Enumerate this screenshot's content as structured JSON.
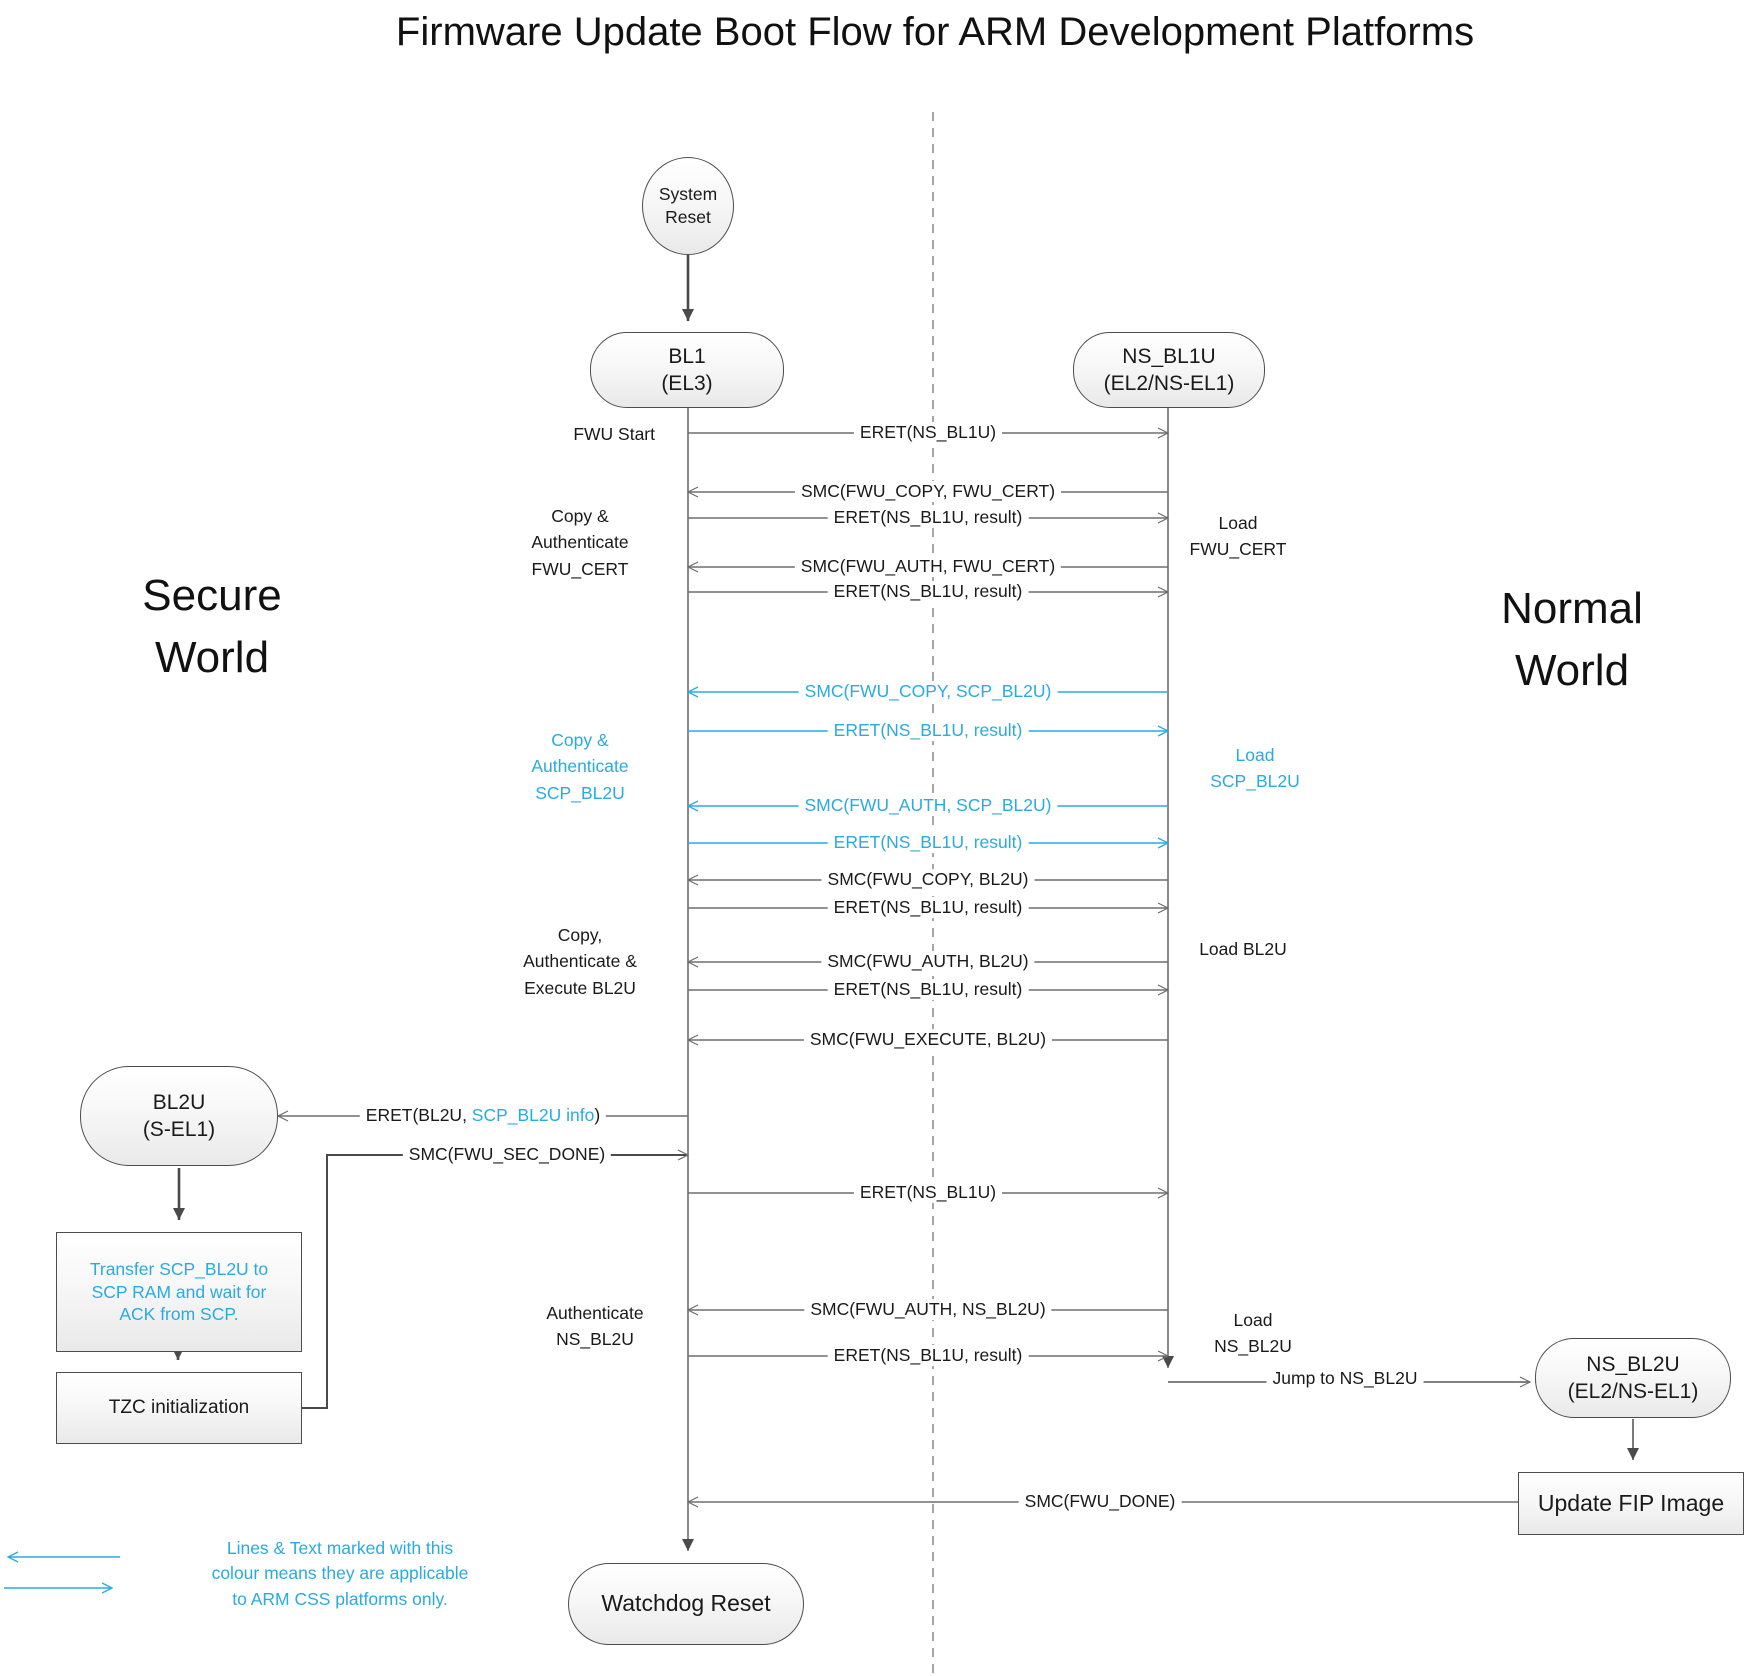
{
  "title": "Firmware Update Boot Flow for ARM Development Platforms",
  "worlds": {
    "secure": "Secure\nWorld",
    "normal": "Normal\nWorld"
  },
  "colors": {
    "accent_cyan": "#29ABE2",
    "line_grey": "#6e6e6e",
    "box_border": "#4d4d4d"
  },
  "nodes": {
    "system_reset": {
      "line1": "System",
      "line2": "Reset"
    },
    "bl1": {
      "line1": "BL1",
      "line2": "(EL3)"
    },
    "ns_bl1u": {
      "line1": "NS_BL1U",
      "line2": "(EL2/NS-EL1)"
    },
    "bl2u": {
      "line1": "BL2U",
      "line2": "(S-EL1)"
    },
    "transfer_scp": "Transfer SCP_BL2U to\nSCP RAM and wait for\nACK from SCP.",
    "tzc": "TZC initialization",
    "ns_bl2u": {
      "line1": "NS_BL2U",
      "line2": "(EL2/NS-EL1)"
    },
    "update_fip": "Update FIP Image",
    "watchdog": "Watchdog Reset"
  },
  "messages": [
    {
      "label": "ERET(NS_BL1U)"
    },
    {
      "label": "SMC(FWU_COPY, FWU_CERT)"
    },
    {
      "label": "ERET(NS_BL1U, result)"
    },
    {
      "label": "SMC(FWU_AUTH, FWU_CERT)"
    },
    {
      "label": "ERET(NS_BL1U, result)"
    },
    {
      "label": "SMC(FWU_COPY, SCP_BL2U)"
    },
    {
      "label": "ERET(NS_BL1U, result)"
    },
    {
      "label": "SMC(FWU_AUTH, SCP_BL2U)"
    },
    {
      "label": "ERET(NS_BL1U, result)"
    },
    {
      "label": "SMC(FWU_COPY, BL2U)"
    },
    {
      "label": "ERET(NS_BL1U, result)"
    },
    {
      "label": "SMC(FWU_AUTH, BL2U)"
    },
    {
      "label": "ERET(NS_BL1U, result)"
    },
    {
      "label": "SMC(FWU_EXECUTE, BL2U)"
    },
    {
      "prefix": "ERET(BL2U, ",
      "accent": "SCP_BL2U info",
      "suffix": ")"
    },
    {
      "label": "SMC(FWU_SEC_DONE)"
    },
    {
      "label": "ERET(NS_BL1U)"
    },
    {
      "label": "SMC(FWU_AUTH, NS_BL2U)"
    },
    {
      "label": "ERET(NS_BL1U, result)"
    },
    {
      "label": "Jump to NS_BL2U"
    },
    {
      "label": "SMC(FWU_DONE)"
    }
  ],
  "side_notes": {
    "fwu_start": "FWU Start",
    "copy_auth_fwu_cert": "Copy &\nAuthenticate\nFWU_CERT",
    "load_fwu_cert": "Load\nFWU_CERT",
    "copy_auth_scp_bl2u": "Copy &\nAuthenticate\nSCP_BL2U",
    "load_scp_bl2u": "Load\nSCP_BL2U",
    "copy_auth_exec_bl2u": "Copy,\nAuthenticate &\nExecute BL2U",
    "load_bl2u": "Load BL2U",
    "authenticate_ns_bl2u": "Authenticate\nNS_BL2U",
    "load_ns_bl2u": "Load\nNS_BL2U"
  },
  "legend": "Lines & Text marked with this\ncolour means they are applicable\nto ARM CSS platforms only."
}
